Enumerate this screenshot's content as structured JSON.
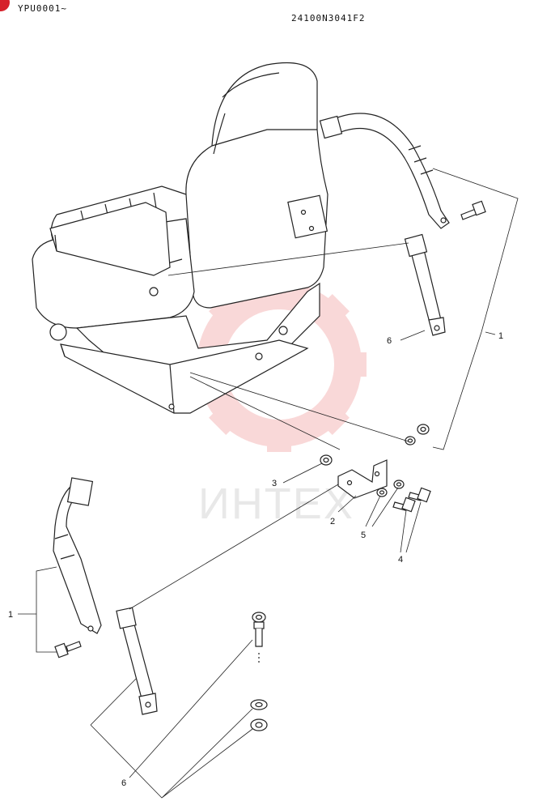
{
  "header": {
    "serial_range": "YPU0001~",
    "document_id": "24100N3041F2"
  },
  "watermark": {
    "text": "ИНТЕХ",
    "color": "#f5b9b9"
  },
  "badge_color": "#d6202a",
  "callouts": {
    "c1_right": "1",
    "c1_left": "1",
    "c2": "2",
    "c3": "3",
    "c4": "4",
    "c5": "5",
    "c6_right": "6",
    "c6_bottom": "6"
  }
}
